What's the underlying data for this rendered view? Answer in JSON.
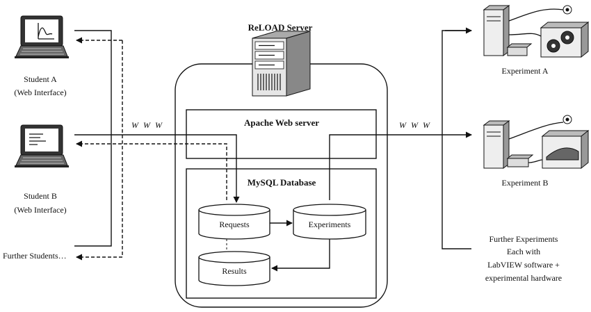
{
  "server": {
    "title": "ReLOAD Server",
    "apache": "Apache Web server",
    "mysql": "MySQL Database"
  },
  "db": {
    "requests": "Requests",
    "experiments": "Experiments",
    "results": "Results"
  },
  "network": {
    "left": "W W W",
    "right": "W W W"
  },
  "students": {
    "a_name": "Student A",
    "a_sub": "(Web Interface)",
    "b_name": "Student B",
    "b_sub": "(Web Interface)",
    "further": "Further Students…"
  },
  "experiments": {
    "a": "Experiment A",
    "b": "Experiment B",
    "further_lines": [
      "Further Experiments",
      "Each with",
      "LabVIEW software +",
      "experimental hardware"
    ]
  }
}
